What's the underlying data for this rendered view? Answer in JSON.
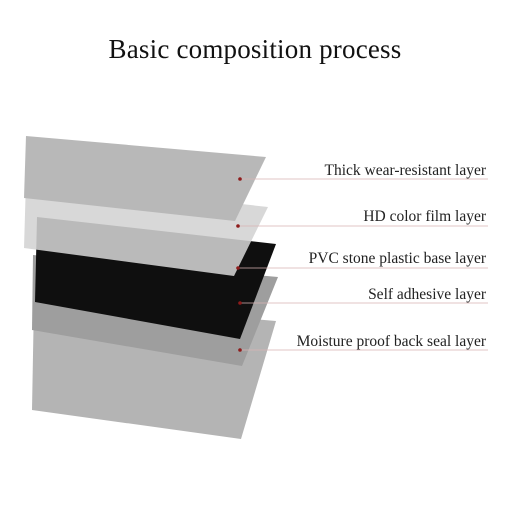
{
  "title": "Basic composition process",
  "layers": [
    {
      "label": "Thick wear-resistant layer",
      "color": "#b8b8b8"
    },
    {
      "label": "HD color film layer",
      "color": "#d3d3d3"
    },
    {
      "label": "PVC stone plastic base layer",
      "color": "#0f0f0f"
    },
    {
      "label": "Self adhesive layer",
      "color": "#9e9e9e"
    },
    {
      "label": "Moisture proof back seal layer",
      "color": "#b4b4b4"
    }
  ],
  "colors": {
    "callout_line": "#d9b3b3",
    "callout_dot": "#8e1b1b"
  }
}
